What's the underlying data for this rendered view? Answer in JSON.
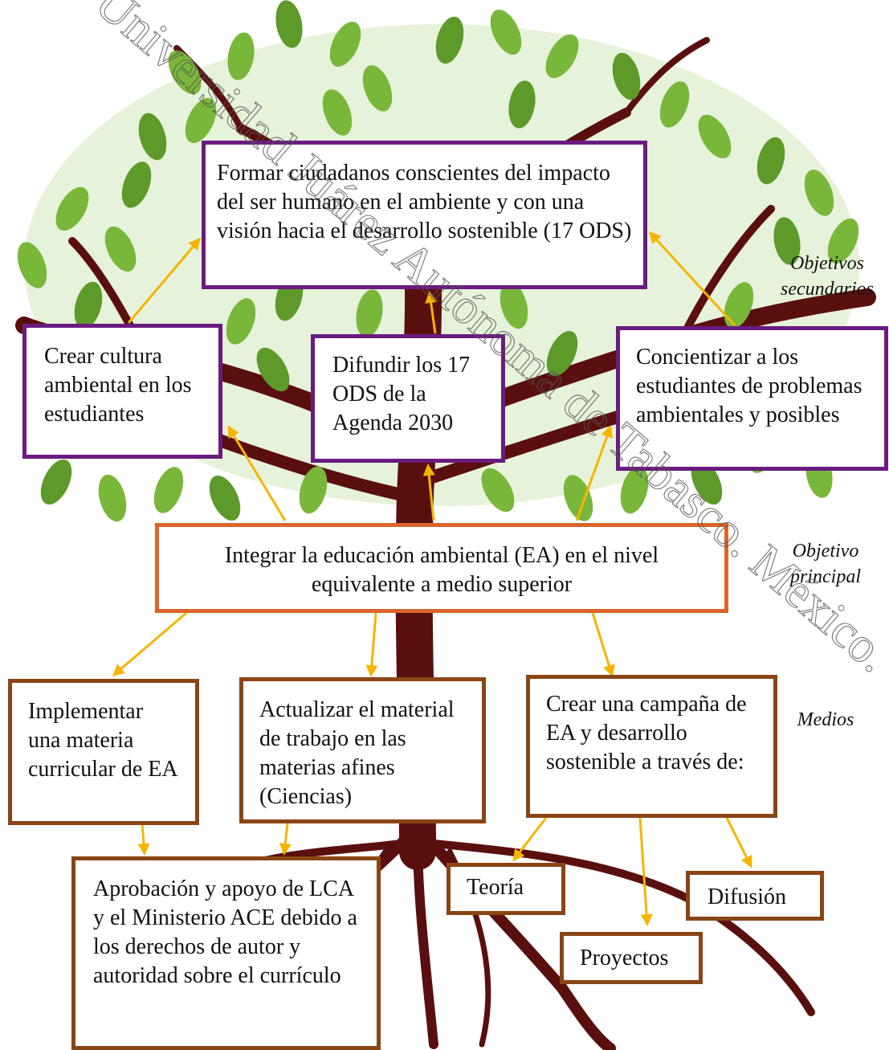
{
  "colors": {
    "leaf": "#79b73a",
    "leaf_dark": "#5e9a2a",
    "trunk": "#5a0f0f",
    "objectives_border": "#6a1b80",
    "main_border": "#d9652a",
    "means_border": "#8a4515",
    "arrow": "#f6b400"
  },
  "objectives": {
    "top": "Formar ciudadanos conscientes del impacto del ser humano en el ambiente y con una visión hacia el desarrollo sostenible (17 ODS)",
    "left": "Crear cultura ambiental en los estudiantes",
    "center": "Difundir los 17 ODS de la Agenda 2030",
    "right": "Concientizar a los estudiantes de problemas ambientales y posibles"
  },
  "main_objective": "Integrar la educación ambiental (EA) en el nivel equivalente a medio superior",
  "means": {
    "m1": "Implementar una materia curricular de EA",
    "m2": "Actualizar el material de trabajo en las materias afines (Ciencias)",
    "m3": "Crear una campaña de EA y desarrollo sostenible a través de:"
  },
  "sub_items": {
    "approval": "Aprobación y apoyo de LCA y el Ministerio ACE debido a los derechos de autor y autoridad sobre el currículo",
    "theory": "Teoría",
    "projects": "Proyectos",
    "diffusion": "Difusión"
  },
  "side_labels": {
    "secondary": "Objetivos secundarios",
    "principal": "Objetivo principal",
    "medios": "Medios"
  },
  "watermark": "Universidad Juárez Autónoma de Tabasco. México."
}
